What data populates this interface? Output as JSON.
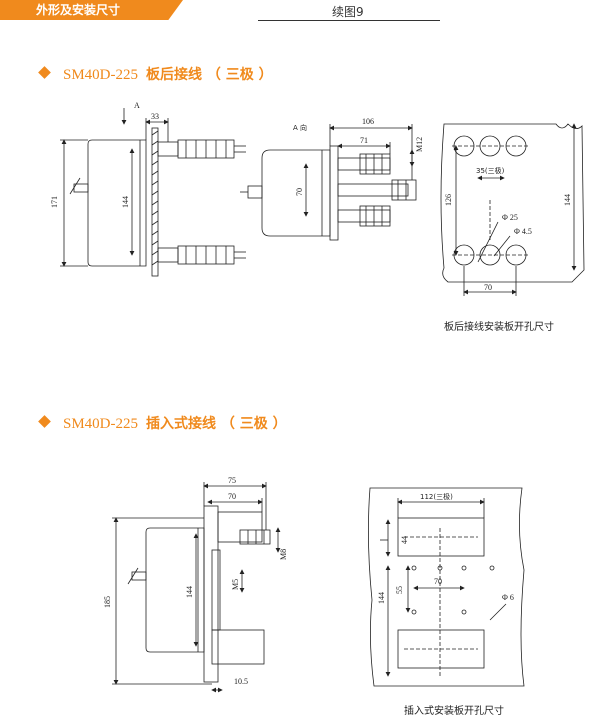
{
  "header": {
    "tab_label": "外形及安装尺寸",
    "page_label": "续图9"
  },
  "section1": {
    "model": "SM40D-225",
    "title": "板后接线 （ 三极 ）",
    "view_a_label": "A",
    "view_a_heading": "A  向",
    "caption": "板后接线安装板开孔尺寸",
    "dims": {
      "d33": "33",
      "d171": "171",
      "d144_left": "144",
      "d106": "106",
      "d71": "71",
      "m12": "M12",
      "d70_mid": "70",
      "d35": "35(三极)",
      "d126": "126",
      "d144_right": "144",
      "phi25": "Φ 25",
      "phi45": "Φ 4.5",
      "d70_bottom": "70"
    }
  },
  "section2": {
    "model": "SM40D-225",
    "title": "插入式接线 （ 三极 ）",
    "caption": "插入式安装板开孔尺寸",
    "dims": {
      "d75": "75",
      "d70_top": "70",
      "m8": "M8",
      "m5": "M5",
      "d185": "185",
      "d144_left": "144",
      "d105": "10.5",
      "d112": "112(三极)",
      "d44": "44",
      "d70_mid": "70",
      "d55": "55",
      "d144_right": "144",
      "phi6": "Φ 6"
    }
  }
}
